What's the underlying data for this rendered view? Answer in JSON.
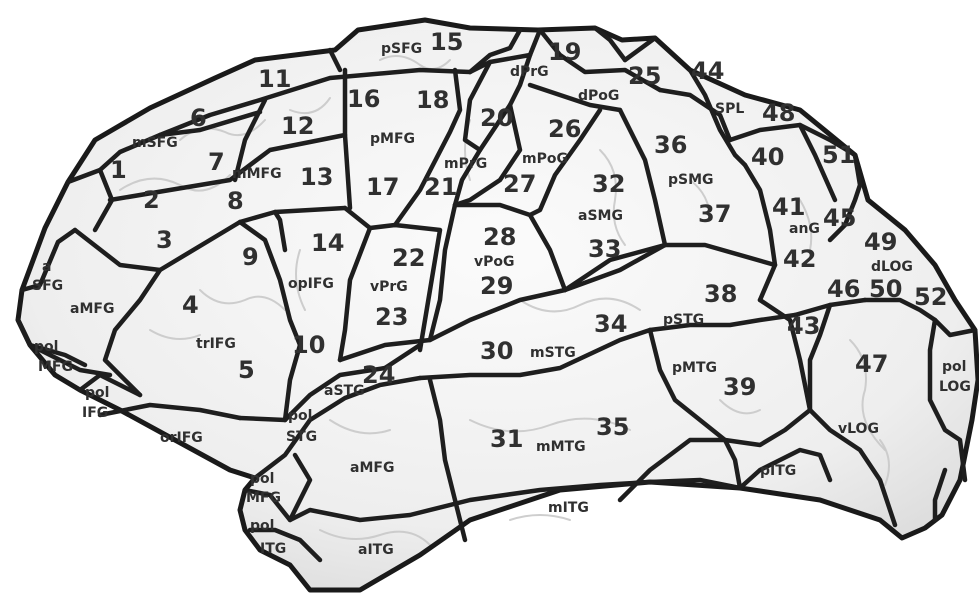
{
  "region_numbers": [
    "1",
    "2",
    "3",
    "4",
    "5",
    "6",
    "7",
    "8",
    "9",
    "10",
    "11",
    "12",
    "13",
    "14",
    "15",
    "16",
    "17",
    "18",
    "19",
    "20",
    "21",
    "22",
    "23",
    "24",
    "25",
    "26",
    "27",
    "28",
    "29",
    "30",
    "31",
    "32",
    "33",
    "34",
    "35",
    "36",
    "37",
    "38",
    "39",
    "40",
    "41",
    "42",
    "43",
    "44",
    "45",
    "46",
    "47",
    "48",
    "49",
    "50",
    "51",
    "52"
  ],
  "region_labels": {
    "a_sfg_1": "a",
    "a_sfg_2": "SFG",
    "msfg": "mSFG",
    "psfg": "pSFG",
    "amfg_front": "aMFG",
    "mmfg": "mMFG",
    "pmfg": "pMFG",
    "pol_mfg_1": "pol",
    "pol_mfg_2": "MFG",
    "pol_ifg_1": "pol",
    "pol_ifg_2": "IFG",
    "trifg": "trIFG",
    "opifg": "opIFG",
    "orifg": "orIFG",
    "dprg": "dPrG",
    "mprg": "mPrG",
    "vprg": "vPrG",
    "dpog": "dPoG",
    "mpog": "mPoG",
    "vpog": "vPoG",
    "spl": "SPL",
    "asmg": "aSMG",
    "psmg": "pSMG",
    "ang": "anG",
    "dlog": "dLOG",
    "vlog": "vLOG",
    "pol_log_1": "pol",
    "pol_log_2": "LOG",
    "astg": "aSTG",
    "mstg": "mSTG",
    "pstg": "pSTG",
    "pol_stg_1": "pol",
    "pol_stg_2": "STG",
    "amtg": "aMFG",
    "mmtg": "mMTG",
    "pmtg": "pMTG",
    "pol_mtg_1": "pol",
    "pol_mtg_2": "MFG",
    "pol_itg_1": "pol",
    "pol_itg_2": "ITG",
    "aitg": "aITG",
    "mitg": "mITG",
    "pitg": "pITG"
  }
}
